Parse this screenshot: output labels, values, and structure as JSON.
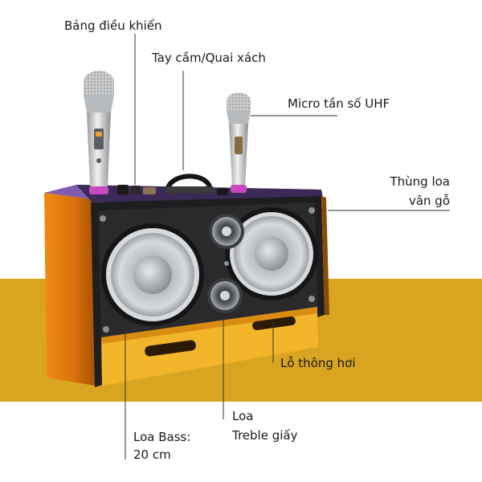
{
  "colors": {
    "background": "#ffffff",
    "band": "#d9a520",
    "cabinet_wood": "#e0780c",
    "cabinet_dark": "#b35a05",
    "front_panel": "#2a2a2c",
    "cone": "#c9cdd0",
    "vent_strip": "#f3b62a",
    "line": "#333333"
  },
  "labels": {
    "control_panel": "Bảng điều khiển",
    "handle": "Tay cầm/Quai xách",
    "uhf_mic": "Micro tần số UHF",
    "cabinet_line1": "Thùng loa",
    "cabinet_line2": "vân gỗ",
    "vent": "Lỗ thông hơi",
    "treble_line1": "Loa",
    "treble_line2": "Treble giấy",
    "bass_line1": "Loa Bass:",
    "bass_line2": "20 cm"
  },
  "icons": {
    "microphone_left": "wireless-microphone-icon",
    "microphone_right": "wireless-microphone-icon",
    "bass_woofer": "speaker-woofer-icon",
    "tweeter": "speaker-tweeter-icon"
  }
}
